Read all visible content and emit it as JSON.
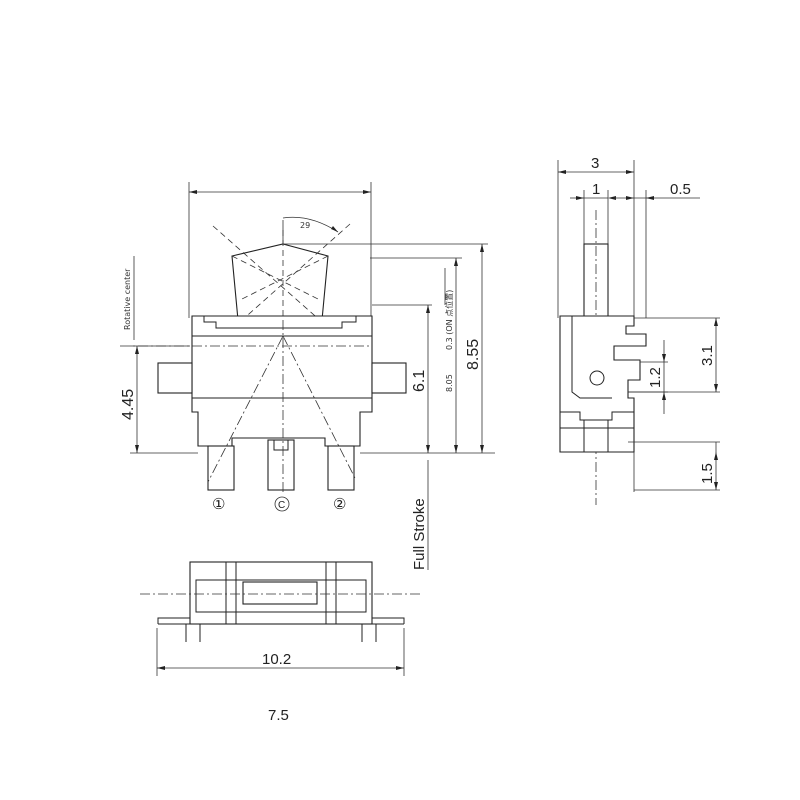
{
  "front_view": {
    "rotative_center": "Rotative center",
    "angle": "29",
    "dim_height_left": "4.45",
    "dim_6_1": "6.1",
    "dim_8_05": "8.05",
    "dim_0_3_note": "0.3 (ON 点位置)",
    "dim_8_55": "8.55",
    "pin_1": "①",
    "pin_c": "C",
    "pin_2": "②",
    "full_stroke": "Full Stroke"
  },
  "side_view": {
    "dim_3": "3",
    "dim_1": "1",
    "dim_0_5": "0.5",
    "dim_3_1": "3.1",
    "dim_1_2": "1.2",
    "dim_1_5": "1.5"
  },
  "top_view": {
    "dim_10_2": "10.2",
    "dim_7_5": "7.5"
  }
}
